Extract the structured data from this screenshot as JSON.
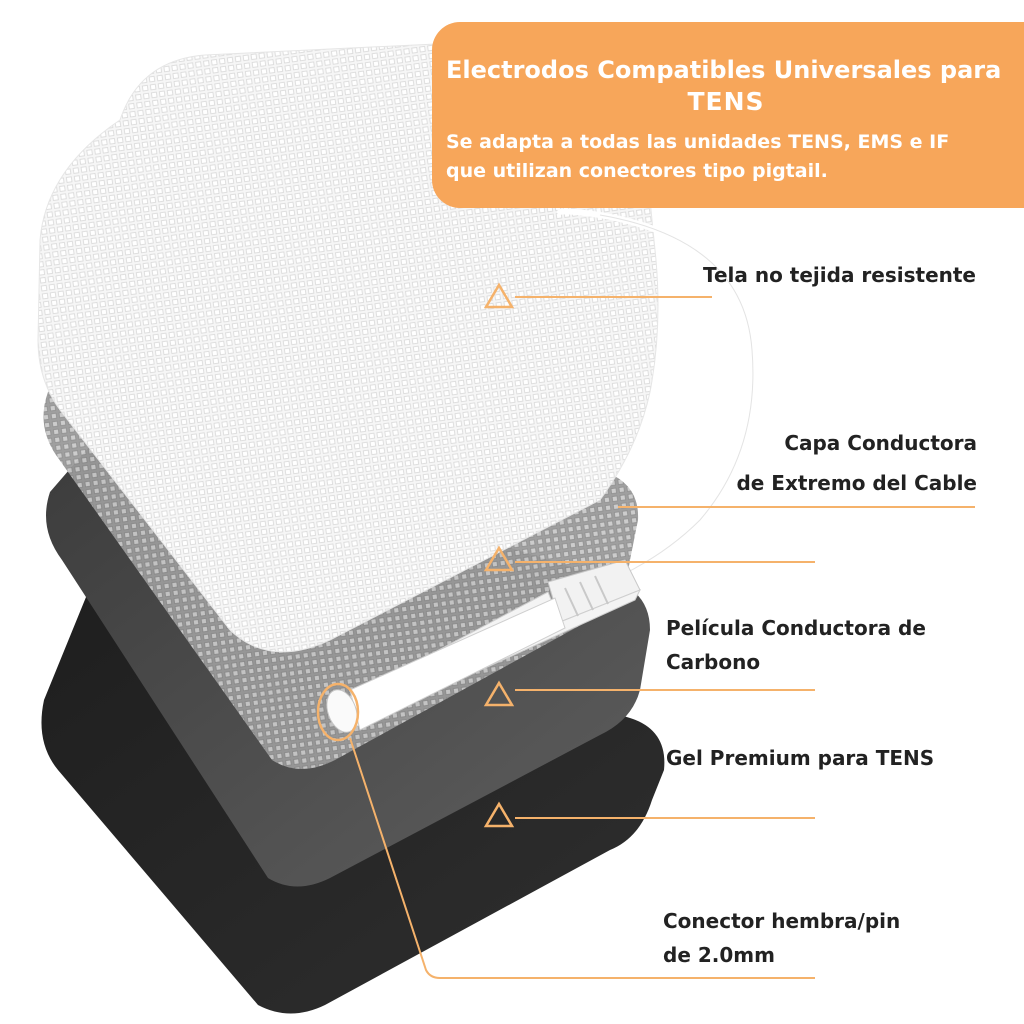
{
  "banner": {
    "title_line1": "Electrodos Compatibles Universales para",
    "title_line2": "TENS",
    "subtitle_line1": "Se adapta a todas las unidades TENS, EMS e IF",
    "subtitle_line2": "que utilizan conectores tipo pigtail.",
    "color": "#f7a65a"
  },
  "layers": [
    {
      "line1": "Tela no tejida resistente",
      "line2": ""
    },
    {
      "line1": "Capa Conductora",
      "line2": "de Extremo del Cable"
    },
    {
      "line1": "Película Conductora de",
      "line2": "Carbono"
    },
    {
      "line1": "Gel Premium para TENS",
      "line2": ""
    },
    {
      "line1": "Conector hembra/pin",
      "line2": "de 2.0mm"
    }
  ],
  "colors": {
    "accent": "#f7a65a",
    "leader_line": "#f5b26b",
    "gel_layer": "#2b2b2b",
    "carbon_layer": "#555555",
    "conductive_layer": "#bdbdbd",
    "fabric_layer": "#f2f2f2"
  }
}
